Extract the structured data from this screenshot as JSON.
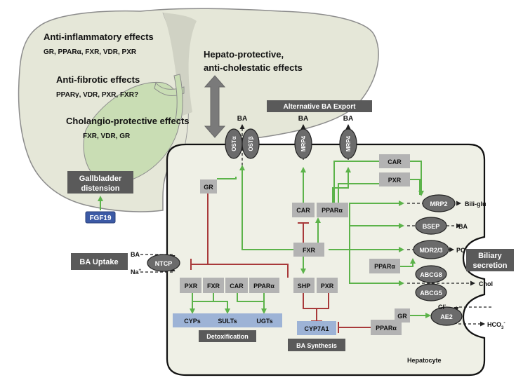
{
  "liver_effects": {
    "anti_inflammatory_title": "Anti-inflammatory effects",
    "anti_inflammatory_receptors": "GR, PPARα, FXR,  VDR, PXR",
    "anti_fibrotic_title": "Anti-fibrotic effects",
    "anti_fibrotic_receptors": "PPARγ, VDR, PXR, FXR?",
    "cholangio_title": "Cholangio-protective effects",
    "cholangio_receptors": "FXR,  VDR, GR",
    "hepato_protective_line1": "Hepato-protective,",
    "hepato_protective_line2": "anti-cholestatic effects"
  },
  "gallbladder": {
    "label_line1": "Gallbladder",
    "label_line2": "distension",
    "fgf19": "FGF19"
  },
  "uptake": {
    "title": "BA Uptake",
    "ba": "BA",
    "na": "Na",
    "na_sup": "+",
    "ntcp": "NTCP"
  },
  "export": {
    "ost_ba": "BA",
    "ost_alpha": "OSTα",
    "ost_beta": "OSTβ",
    "alt_title": "Alternative BA Export",
    "mrp4_ba": "BA",
    "mrp4_label": "MRP4"
  },
  "nuclear_receptors": {
    "gr_top": "GR",
    "car_top": "CAR",
    "pxr_top": "PXR",
    "car_mid": "CAR",
    "ppara_mid": "PPARα",
    "fxr": "FXR",
    "shp": "SHP",
    "pxr_mid": "PXR",
    "ppara_low": "PPARα",
    "ppara_bottom": "PPARα",
    "gr_bottom": "GR",
    "detox_pxr": "PXR",
    "detox_fxr": "FXR",
    "detox_car": "CAR",
    "detox_ppara": "PPARα"
  },
  "enzymes": {
    "cyps": "CYPs",
    "sults": "SULTs",
    "ugts": "UGTs",
    "detox_label": "Detoxification",
    "cyp7a1": "CYP7A1",
    "synthesis_label": "BA Synthesis"
  },
  "transporters": {
    "mrp2": "MRP2",
    "mrp2_substrate": "Bili-glu",
    "bsep": "BSEP",
    "bsep_substrate": "BA",
    "mdr": "MDR2/3",
    "mdr_substrate": "PC",
    "abcg8": "ABCG8",
    "abcg5": "ABCG5",
    "abcg_substrate": "Chol",
    "ae2": "AE2",
    "cl": "Cl",
    "cl_sup": "-",
    "hco3": "HCO",
    "hco3_sub": "3",
    "hco3_sup": "-"
  },
  "biliary_secretion_line1": "Biliary",
  "biliary_secretion_line2": "secretion",
  "hepatocyte_label": "Hepatocyte",
  "colors": {
    "liver_fill": "#e5e7d8",
    "liver_stroke": "#8c8c8c",
    "gallbladder_fill": "#c9ddb4",
    "cell_fill": "#eff0e6",
    "receptor_box": "#b3b3b3",
    "dark_label": "#5a5a5a",
    "transporter": "#6b6b6b",
    "enzyme_fill": "#9db3d6",
    "fgf19_fill": "#3c5aa6",
    "activation_green": "#5cb34a",
    "inhibition_red": "#a8393a",
    "big_arrow": "#7a7a7a"
  }
}
